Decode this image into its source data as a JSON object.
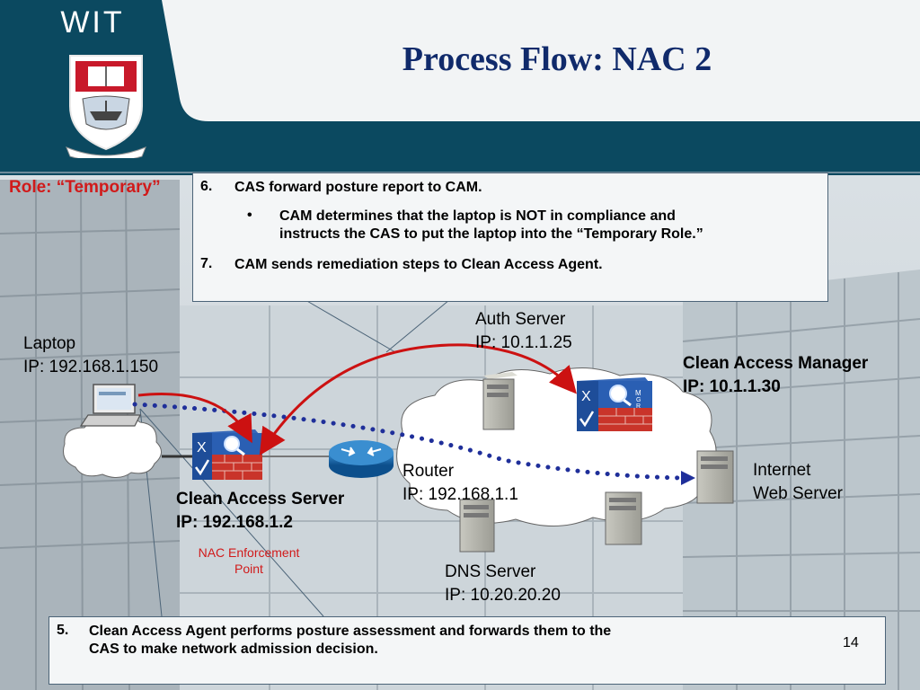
{
  "slide": {
    "title": "Process Flow: NAC 2",
    "logo_text": "WIT",
    "role_label": "Role: “Temporary”",
    "page_number": "14"
  },
  "callout_top": {
    "steps": [
      {
        "num": "6.",
        "text": "CAS forward posture report to CAM."
      },
      {
        "bullet": "•",
        "text_line1": "CAM determines that the laptop is NOT in compliance and",
        "text_line2": "instructs the CAS to put the laptop into the “Temporary Role.”"
      },
      {
        "num": "7.",
        "text": "CAM sends remediation steps to Clean Access Agent."
      }
    ]
  },
  "callout_bottom": {
    "num": "5.",
    "text_line1": "Clean Access Agent performs posture assessment and forwards them to the",
    "text_line2": "CAS to make network admission decision."
  },
  "nodes": {
    "laptop": {
      "name": "Laptop",
      "ip": "IP: 192.168.1.150"
    },
    "auth_server": {
      "name": "Auth Server",
      "ip": "IP: 10.1.1.25"
    },
    "cam": {
      "name": "Clean Access Manager",
      "ip": "IP: 10.1.1.30"
    },
    "cas": {
      "name": "Clean Access Server",
      "ip": "IP: 192.168.1.2",
      "note_line1": "NAC Enforcement",
      "note_line2": "Point"
    },
    "router": {
      "name": "Router",
      "ip": "IP: 192.168.1.1"
    },
    "internet": {
      "name": "Internet",
      "name2": "Web Server"
    },
    "dns": {
      "name": "DNS Server",
      "ip": "IP: 10.20.20.20"
    }
  },
  "colors": {
    "header": "#0b4960",
    "accent_arrow": "#cc1111",
    "dotted_path": "#1f2f9a",
    "title": "#102a6b",
    "role": "#d11a1a"
  },
  "icons": [
    "wit-crest-icon",
    "laptop-icon",
    "cas-appliance-icon",
    "cam-appliance-icon",
    "router-icon",
    "server-icon",
    "cloud-icon"
  ]
}
